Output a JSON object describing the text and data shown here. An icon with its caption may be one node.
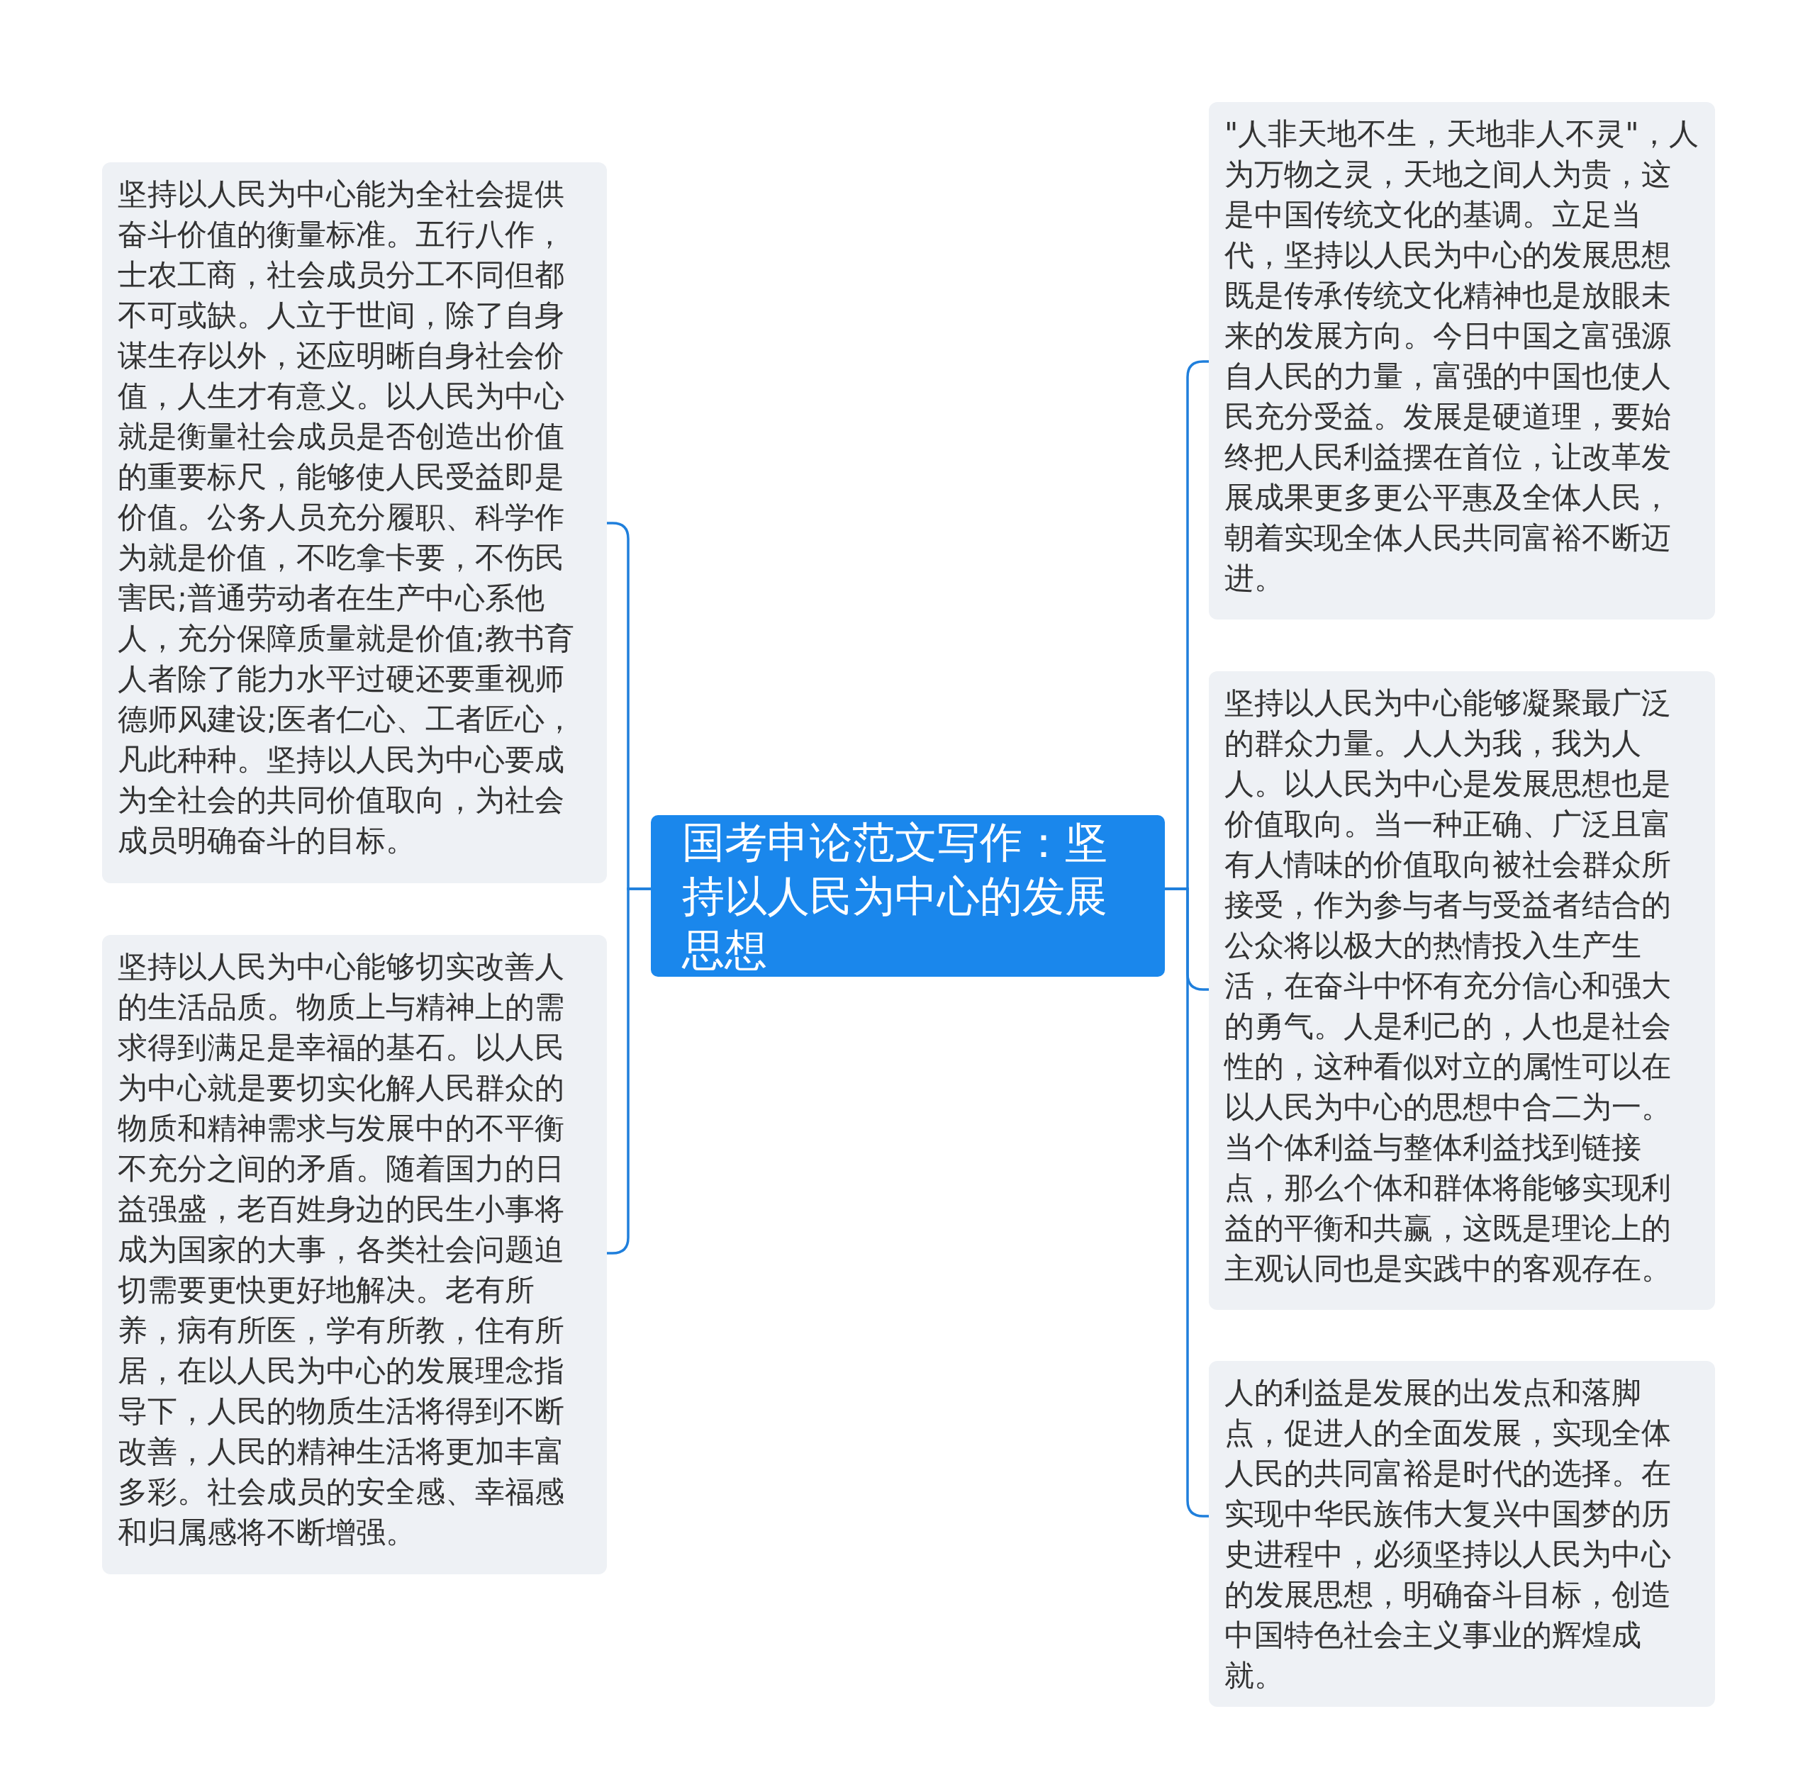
{
  "diagram": {
    "nodes": [
      {
        "text": [
          "国考申论范文写作：坚持以人民为中心的发展思想"
        ]
      },
      {
        "text": [
          "坚持以人民为中心能为全社会提供奋斗价值的衡量标准。五行八作，士农工商，社会成员分工不同但都不可或缺。人立于世间，除了自身谋生存以外，还应明晰自身社会价值，人生才有意义。以人民为中心就是衡量社会成员是否创造出价值的重要标尺，能够使人民受益即是价值。公务人员充分履职、科学作为就是价值，不吃拿卡要，不伤民害民;普通劳动者在生产中心系他人，充分保障质量就是价值;教书育人者除了能力水平过硬还要重视师德师风建设;医者仁心、工者匠心，凡此种种。坚持以人民为中心要成为全社会的共同价值取向，为社会成员明确奋斗的目标。"
        ]
      },
      {
        "text": [
          "坚持以人民为中心能够切实改善人的生活品质。物质上与精神上的需求得到满足是幸福的基石。以人民为中心就是要切实化解人民群众的物质和精神需求与发展中的不平衡不充分之间的矛盾。随着国力的日益强盛，老百姓身边的民生小事将成为国家的大事，各类社会问题迫切需要更快更好地解决。老有所养，病有所医，学有所教，住有所居，在以人民为中心的发展理念指导下，人民的物质生活将得到不断改善，人民的精神生活将更加丰富多彩。社会成员的安全感、幸福感和归属感将不断增强。"
        ]
      },
      {
        "text": [
          "\"人非天地不生，天地非人不灵\"，人为万物之灵，天地之间人为贵，这是中国传统文化的基调。立足当代，坚持以人民为中心的发展思想既是传承传统文化精神也是放眼未来的发展方向。今日中国之富强源自人民的力量，富强的中国也使人民充分受益。发展是硬道理，要始终把人民利益摆在首位，让改革发展成果更多更公平惠及全体人民，朝着实现全体人民共同富裕不断迈进。"
        ]
      },
      {
        "text": [
          "坚持以人民为中心能够凝聚最广泛的群众力量。人人为我，我为人人。以人民为中心是发展思想也是价值取向。当一种正确、广泛且富有人情味的价值取向被社会群众所接受，作为参与者与受益者结合的公众将以极大的热情投入生产生活，在奋斗中怀有充分信心和强大的勇气。人是利己的，人也是社会性的，这种看似对立的属性可以在以人民为中心的思想中合二为一。当个体利益与整体利益找到链接点，那么个体和群体将能够实现利益的平衡和共赢，这既是理论上的主观认同也是实践中的客观存在。"
        ]
      },
      {
        "text": [
          "人的利益是发展的出发点和落脚点，促进人的全面发展，实现全体人民的共同富裕是时代的选择。在实现中华民族伟大复兴中国梦的历史进程中，必须坚持以人民为中心的发展思想，明确奋斗目标，创造中国特色社会主义事业的辉煌成就。"
        ]
      }
    ],
    "edges": [
      {
        "from": 0,
        "to": 1,
        "arrow": "none"
      },
      {
        "from": 0,
        "to": 2,
        "arrow": "none"
      },
      {
        "from": 0,
        "to": 3,
        "arrow": "none"
      },
      {
        "from": 0,
        "to": 4,
        "arrow": "none"
      },
      {
        "from": 0,
        "to": 5,
        "arrow": "none"
      }
    ]
  }
}
